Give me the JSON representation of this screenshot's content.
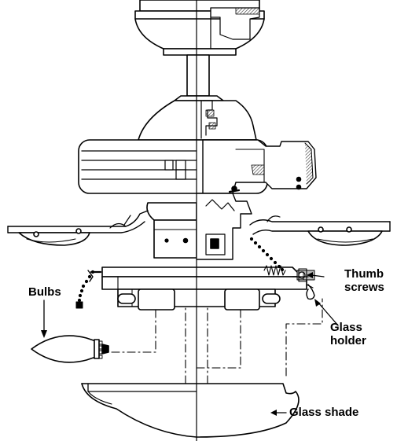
{
  "labels": {
    "thumb_screws_line1": "Thumb",
    "thumb_screws_line2": "screws",
    "bulbs": "Bulbs",
    "glass_holder_line1": "Glass",
    "glass_holder_line2": "holder",
    "glass_shade": "Glass shade"
  },
  "colors": {
    "ink": "#000000",
    "paper": "#ffffff",
    "hatch": "#6e6e6e",
    "screw_highlight": "#bfbfbf"
  }
}
